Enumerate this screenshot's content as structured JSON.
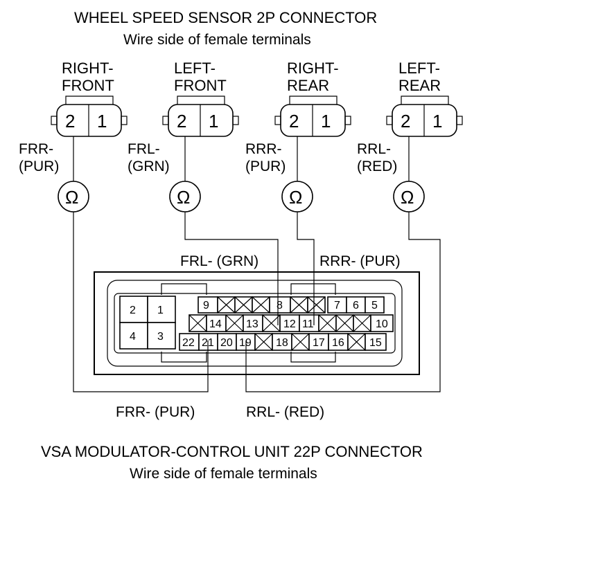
{
  "top_title": "WHEEL SPEED SENSOR 2P CONNECTOR",
  "top_subtitle": "Wire side of female terminals",
  "sensors": [
    {
      "label_line1": "RIGHT-",
      "label_line2": "FRONT",
      "wire_line1": "FRR-",
      "wire_line2": "(PUR)",
      "pin_a": "2",
      "pin_b": "1"
    },
    {
      "label_line1": "LEFT-",
      "label_line2": "FRONT",
      "wire_line1": "FRL-",
      "wire_line2": "(GRN)",
      "pin_a": "2",
      "pin_b": "1"
    },
    {
      "label_line1": "RIGHT-",
      "label_line2": "REAR",
      "wire_line1": "RRR-",
      "wire_line2": "(PUR)",
      "pin_a": "2",
      "pin_b": "1"
    },
    {
      "label_line1": "LEFT-",
      "label_line2": "REAR",
      "wire_line1": "RRL-",
      "wire_line2": "(RED)",
      "pin_a": "2",
      "pin_b": "1"
    }
  ],
  "ohm_symbol": "Ω",
  "wire_labels": {
    "frl": "FRL- (GRN)",
    "rrr": "RRR- (PUR)",
    "frr": "FRR- (PUR)",
    "rrl": "RRL- (RED)"
  },
  "connector_pins": {
    "p1": "1",
    "p2": "2",
    "p3": "3",
    "p4": "4",
    "p5": "5",
    "p6": "6",
    "p7": "7",
    "p8": "8",
    "p9": "9",
    "p10": "10",
    "p11": "11",
    "p12": "12",
    "p13": "13",
    "p14": "14",
    "p15": "15",
    "p16": "16",
    "p17": "17",
    "p18": "18",
    "p19": "19",
    "p20": "20",
    "p21": "21",
    "p22": "22"
  },
  "bottom_title": "VSA MODULATOR-CONTROL UNIT 22P CONNECTOR",
  "bottom_subtitle": "Wire side of female terminals"
}
